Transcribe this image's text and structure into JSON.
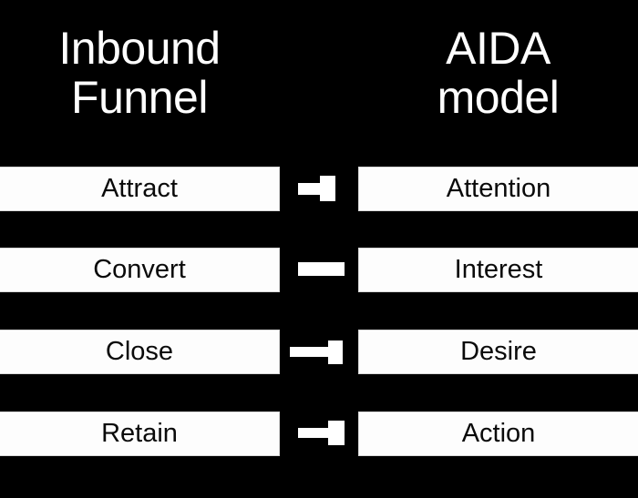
{
  "diagram": {
    "background_color": "#000000",
    "text_color_on_dark": "#ffffff",
    "box_fill_color": "#fdfdfd",
    "box_text_color": "#0a0a0a",
    "arrow_color": "#ffffff",
    "columns": {
      "left": {
        "title": "Inbound\nFunnel"
      },
      "right": {
        "title": "AIDA\nmodel"
      }
    },
    "rows": [
      {
        "left_label": "Attract",
        "right_label": "Attention",
        "connector": "arrow-right-icon"
      },
      {
        "left_label": "Convert",
        "right_label": "Interest",
        "connector": "bar-connector-icon"
      },
      {
        "left_label": "Close",
        "right_label": "Desire",
        "connector": "arrow-right-icon"
      },
      {
        "left_label": "Retain",
        "right_label": "Action",
        "connector": "arrow-right-icon"
      }
    ]
  }
}
